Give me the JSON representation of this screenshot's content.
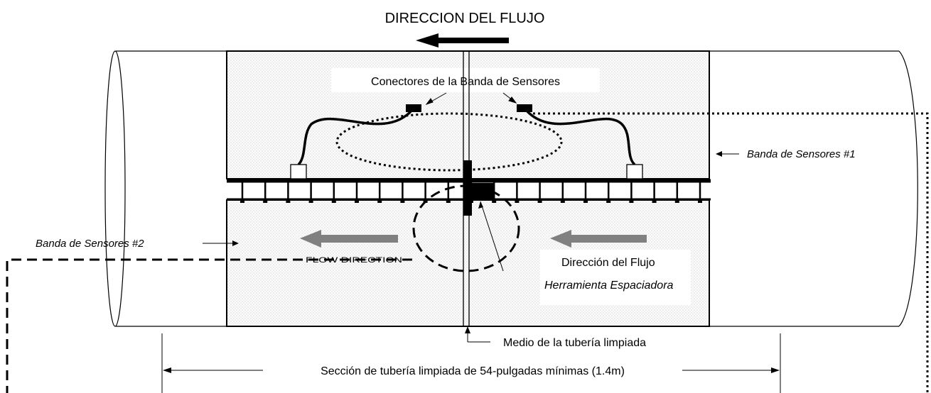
{
  "title": "DIRECCION DEL FLUJO",
  "labels": {
    "connectors": "Conectores de la Banda de Sensores",
    "band1": "Banda de Sensores #1",
    "band2": "Banda de Sensores #2",
    "flow_direction_en": "FLOW DIRECTION",
    "flow_direction_es": "Dirección del Flujo",
    "spacer_tool": "Herramienta Espaciadora",
    "pipe_middle": "Medio de la tubería limpiada",
    "cleaned_section": "Sección de tubería limpiada de 54-pulgadas mínimas (1.4m)"
  }
}
